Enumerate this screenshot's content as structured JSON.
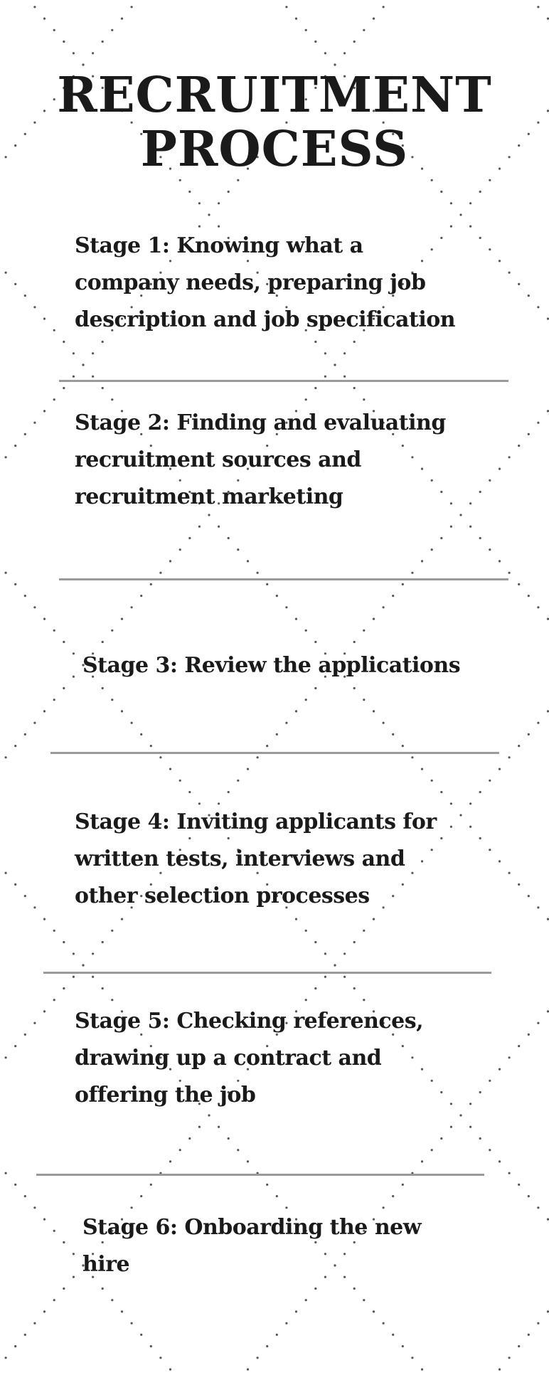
{
  "title": {
    "line1": "RECRUITMENT",
    "line2": "PROCESS"
  },
  "stages": [
    {
      "lines": [
        "Stage 1: Knowing what a",
        "company needs, preparing job",
        "description and job specification"
      ]
    },
    {
      "lines": [
        "Stage 2: Finding and evaluating",
        "recruitment sources and",
        "recruitment marketing"
      ]
    },
    {
      "lines": [
        "Stage 3: Review the applications"
      ]
    },
    {
      "lines": [
        "Stage 4: Inviting applicants for",
        "written tests, interviews and",
        "other selection processes"
      ]
    },
    {
      "lines": [
        "Stage 5: Checking references,",
        "drawing up a contract and",
        "offering the job"
      ]
    },
    {
      "lines": [
        "Stage 6: Onboarding the new",
        "hire"
      ]
    }
  ],
  "colors": {
    "text": "#1a1a1a",
    "divider": "#9a9a9a",
    "background": "#ffffff",
    "dots": "#555555"
  }
}
